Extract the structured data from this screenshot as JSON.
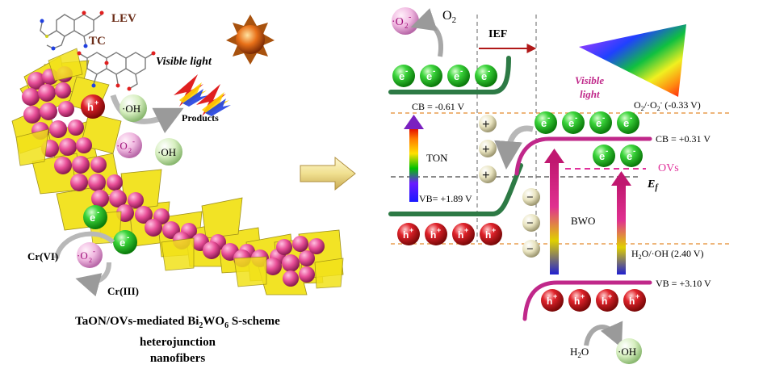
{
  "molecules": {
    "lev": "LEV",
    "tc": "TC"
  },
  "left_panel": {
    "visible_light": "Visible light",
    "products": "Products",
    "h_plus": "h",
    "plus_sup": "+",
    "oh_radical": "·OH",
    "o2_radical": "·O",
    "o2_sub": "2",
    "minus_sup": "-",
    "electron": "e",
    "cr6": "Cr(VI)",
    "cr3": "Cr(III)"
  },
  "caption": {
    "line1_a": "TaON/OVs-mediated Bi",
    "line1_sub1": "2",
    "line1_b": "WO",
    "line1_sub2": "6",
    "line1_c": " S-scheme",
    "line2": "heterojunction",
    "line3": "nanofibers"
  },
  "right_panel": {
    "o2": "O",
    "o2_sub": "2",
    "o2_radical": "·O",
    "ief": "IEF",
    "visible_light_line1": "Visible",
    "visible_light_line2": "light",
    "o2_couple": "O",
    "o2_couple_sub": "2",
    "o2_couple_rest": "/·O",
    "o2_couple_sub2": "2",
    "o2_couple_sup": "-",
    "o2_couple_value": " (-0.33 V)",
    "ton_cb": "CB = -0.61 V",
    "ton_label": "TON",
    "ton_vb": "VB= +1.89 V",
    "bwo_cb": "CB = +0.31 V",
    "ovs": "OVs",
    "ef": "E",
    "ef_sub": "f",
    "bwo_label": "BWO",
    "h2o_oh_couple": "H",
    "h2o_oh_sub": "2",
    "h2o_oh_rest": "O/·OH (2.40 V)",
    "bwo_vb": "VB = +3.10 V",
    "h2o": "H",
    "h2o_sub": "2",
    "h2o_o": "O",
    "oh_product": "·OH",
    "plus_charge": "+",
    "minus_charge": "−"
  },
  "colors": {
    "electron_green": "#1fbf1f",
    "hole_red": "#d0181c",
    "nanofiber_yellow": "#f2e21a",
    "nanofiber_pink": "#e8559a",
    "ton_band_green": "#2d7a45",
    "bwo_band_magenta": "#c0288a",
    "dashed_orange": "#e38b2c",
    "ovs_magenta": "#e0309a",
    "ief_arrow": "#b01818"
  }
}
